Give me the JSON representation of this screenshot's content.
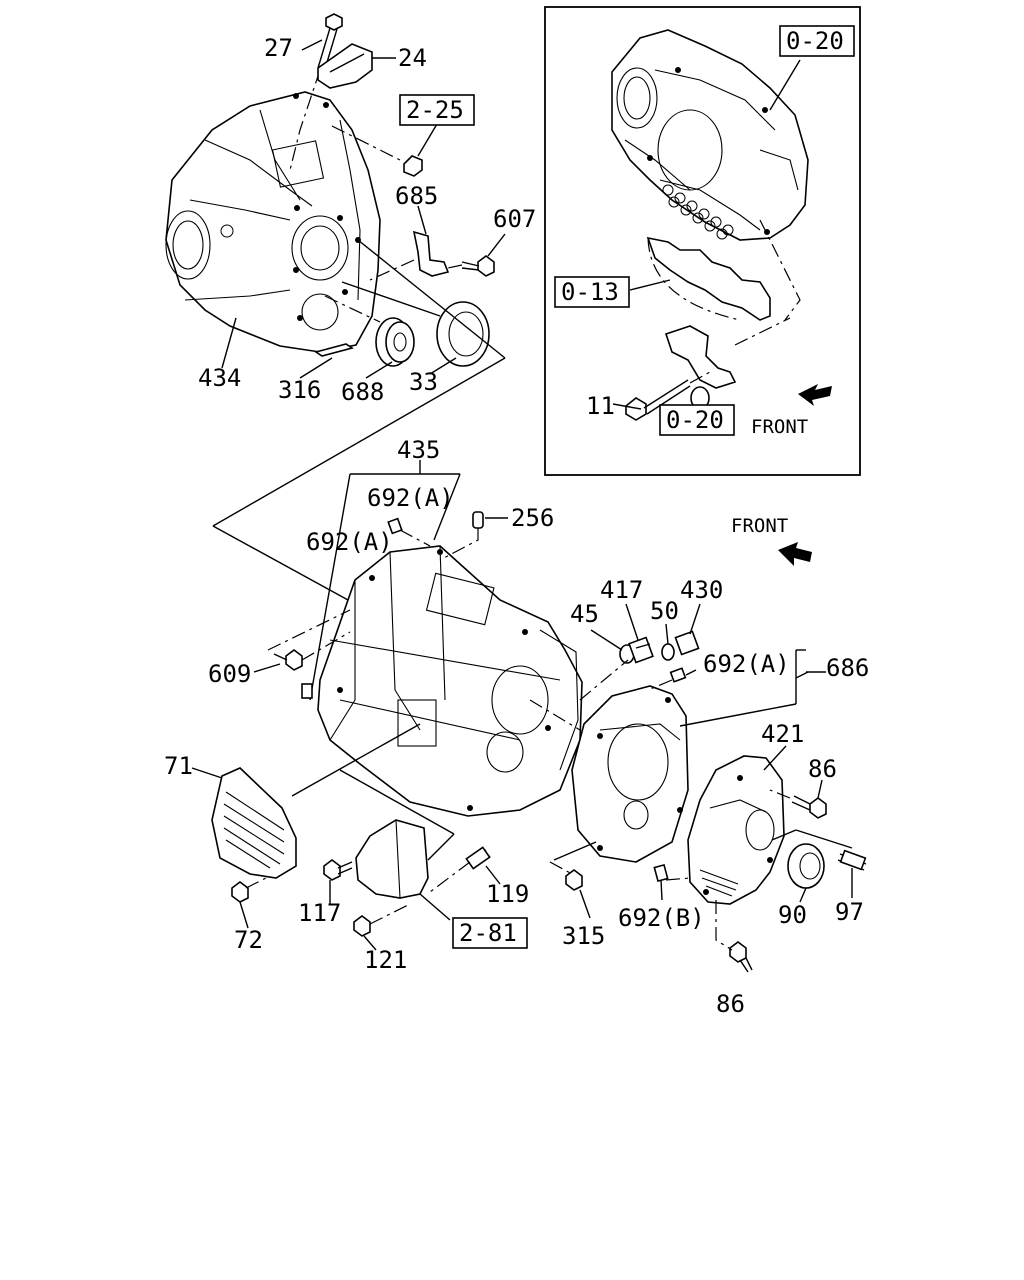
{
  "labels": {
    "l27": "27",
    "l24": "24",
    "ref_2_25": "2-25",
    "l685": "685",
    "l607": "607",
    "l434": "434",
    "l316": "316",
    "l688": "688",
    "l33": "33",
    "ref_0_20_top": "0-20",
    "ref_0_13": "0-13",
    "l11": "11",
    "ref_0_20_bottom": "0-20",
    "front_inset": "FRONT",
    "l435": "435",
    "l692a_1": "692(A)",
    "l692a_2": "692(A)",
    "l256": "256",
    "front_main": "FRONT",
    "l609": "609",
    "l45": "45",
    "l417": "417",
    "l50": "50",
    "l430": "430",
    "l692a_3": "692(A)",
    "l686": "686",
    "l421": "421",
    "l86_top": "86",
    "l71": "71",
    "l72": "72",
    "l117": "117",
    "l119": "119",
    "ref_2_81": "2-81",
    "l121": "121",
    "l315": "315",
    "l692b": "692(B)",
    "l90": "90",
    "l97": "97",
    "l86_bottom": "86"
  }
}
